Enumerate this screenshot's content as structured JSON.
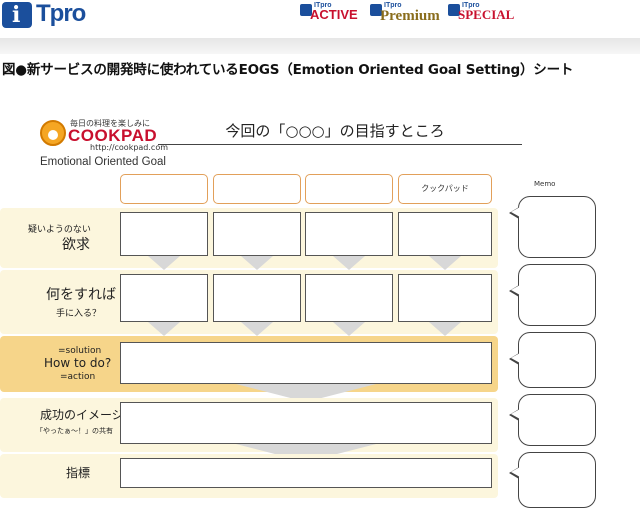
{
  "header": {
    "logo_letter": "i",
    "logo_text": "Tpro",
    "nav": [
      {
        "small": "ITpro",
        "label": "ACTIVE"
      },
      {
        "small": "ITpro",
        "label": "Premium"
      },
      {
        "small": "ITpro",
        "label": "SPECIAL"
      }
    ]
  },
  "caption": "図●新サービスの開発時に使われているEOGS（Emotion Oriented Goal Setting）シート",
  "sheet": {
    "logo": {
      "tagline": "毎日の料理を楽しみに",
      "name": "COOKPAD",
      "url": "http://cookpad.com",
      "subtitle": "Emotional Oriented Goal"
    },
    "title": "今回の「○○○」の目指すところ",
    "memo_label": "Memo",
    "header_cells": [
      "",
      "",
      "",
      "クックパッド"
    ],
    "rows": {
      "desire": {
        "small": "疑いようのない",
        "big": "欲求"
      },
      "method": {
        "big": "何をすれば",
        "small": "手に入る？"
      },
      "howto": {
        "top": "=solution",
        "big": "How to do?",
        "bottom": "=action"
      },
      "image": {
        "big": "成功のイメージ",
        "small": "「やったぁ〜！」の共有"
      },
      "metric": {
        "big": "指標"
      }
    }
  }
}
